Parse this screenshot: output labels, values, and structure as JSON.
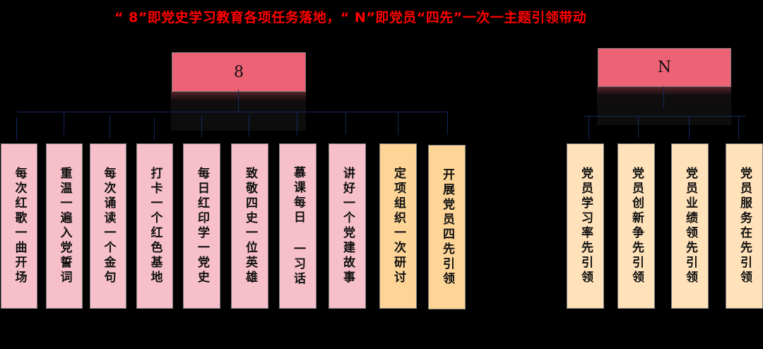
{
  "title": "“ 8”即党史学习教育各项任务落地，“ N”即党员“四先”一次一主题引领带动",
  "colors": {
    "title": "#ff0000",
    "root_box": "#ee6275",
    "pink_box": "#f7bfca",
    "orange_box": "#fed596",
    "cream_box": "#ffe2b9",
    "connector": "#14285e"
  },
  "left_group": {
    "root_label": "8",
    "children": [
      {
        "label": "每次红歌一曲开场",
        "style": "pink"
      },
      {
        "label": "重温一遍入党誓词",
        "style": "pink"
      },
      {
        "label": "每次诵读一个金句",
        "style": "pink"
      },
      {
        "label": "打卡一个红色基地",
        "style": "pink"
      },
      {
        "label": "每日红印学一党史",
        "style": "pink"
      },
      {
        "label": "致敬四史一位英雄",
        "style": "pink"
      },
      {
        "label": "慕课每日 一习话",
        "style": "pink"
      },
      {
        "label": "讲好一个党建故事",
        "style": "pink"
      },
      {
        "label": "定项组织一次研讨",
        "style": "orange"
      },
      {
        "label": "开展党员四先引领",
        "style": "orange"
      }
    ]
  },
  "right_group": {
    "root_label": "N",
    "children": [
      {
        "label": "党员学习率先引领",
        "style": "cream"
      },
      {
        "label": "党员创新争先引领",
        "style": "cream"
      },
      {
        "label": "党员业绩领先引领",
        "style": "cream"
      },
      {
        "label": "党员服务在先引领",
        "style": "cream"
      }
    ]
  }
}
